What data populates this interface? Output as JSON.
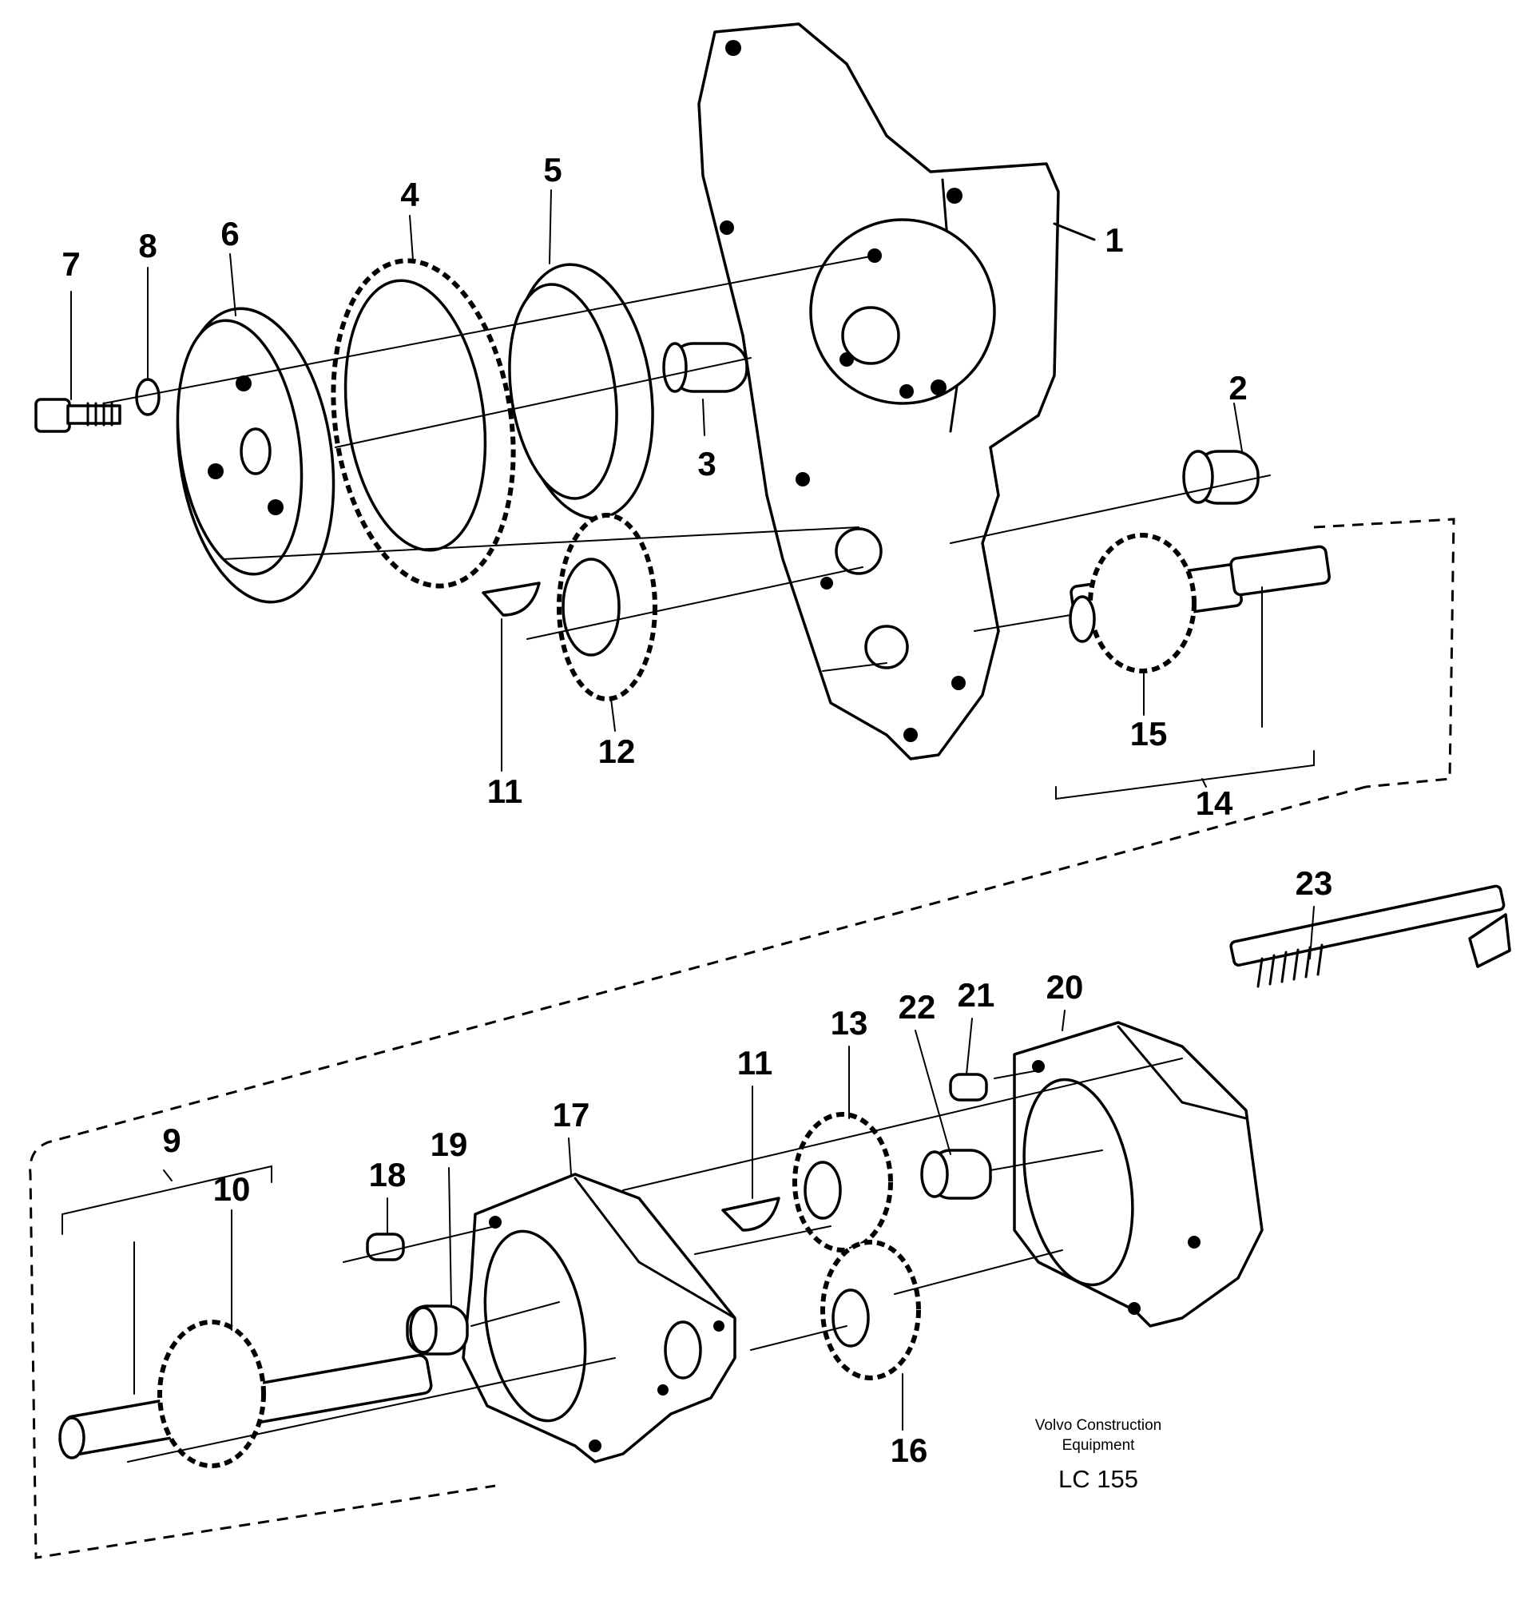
{
  "parts": [
    {
      "id": "p1",
      "label": "1"
    },
    {
      "id": "p2",
      "label": "2"
    },
    {
      "id": "p3",
      "label": "3"
    },
    {
      "id": "p4",
      "label": "4"
    },
    {
      "id": "p5",
      "label": "5"
    },
    {
      "id": "p6",
      "label": "6"
    },
    {
      "id": "p7",
      "label": "7"
    },
    {
      "id": "p8",
      "label": "8"
    },
    {
      "id": "p9",
      "label": "9"
    },
    {
      "id": "p10",
      "label": "10"
    },
    {
      "id": "p11",
      "label": "11"
    },
    {
      "id": "p12",
      "label": "12"
    },
    {
      "id": "p13",
      "label": "13"
    },
    {
      "id": "p14",
      "label": "14"
    },
    {
      "id": "p15",
      "label": "15"
    },
    {
      "id": "p16",
      "label": "16"
    },
    {
      "id": "p17",
      "label": "17"
    },
    {
      "id": "p18",
      "label": "18"
    },
    {
      "id": "p19",
      "label": "19"
    },
    {
      "id": "p20",
      "label": "20"
    },
    {
      "id": "p21",
      "label": "21"
    },
    {
      "id": "p22",
      "label": "22"
    },
    {
      "id": "p23",
      "label": "23"
    }
  ],
  "footer": {
    "brand_line1": "Volvo Construction",
    "brand_line2": "Equipment",
    "drawing_code": "LC 155"
  }
}
